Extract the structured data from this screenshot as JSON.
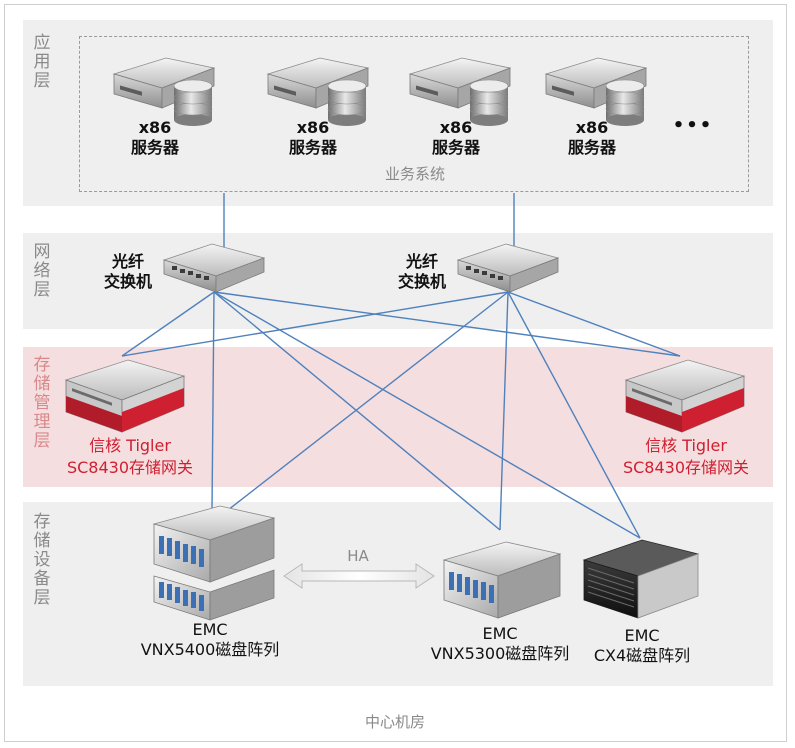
{
  "frame_caption": "中心机房",
  "layers": {
    "application": {
      "label": "应\n用\n层",
      "group_caption": "业务系统"
    },
    "network": {
      "label": "网\n络\n层"
    },
    "storage_mgmt": {
      "label": "存\n储\n管\n理\n层"
    },
    "storage_device": {
      "label": "存\n储\n设\n备\n层"
    }
  },
  "servers": [
    {
      "label": "x86\n服务器"
    },
    {
      "label": "x86\n服务器"
    },
    {
      "label": "x86\n服务器"
    },
    {
      "label": "x86\n服务器"
    }
  ],
  "more_indicator": "•••",
  "switches": [
    {
      "label": "光纤\n交换机"
    },
    {
      "label": "光纤\n交换机"
    }
  ],
  "gateways": [
    {
      "line1": "信核 Tigler",
      "line2": "SC8430存储网关"
    },
    {
      "line1": "信核 Tigler",
      "line2": "SC8430存储网关"
    }
  ],
  "arrays": [
    {
      "label": "EMC\nVNX5400磁盘阵列"
    },
    {
      "label": "EMC\nVNX5300磁盘阵列"
    },
    {
      "label": "EMC\nCX4磁盘阵列"
    }
  ],
  "ha_label": "HA",
  "colors": {
    "band_gray": "#efeff0",
    "band_red": "#f5dedf",
    "line_blue": "#4f81bd",
    "accent_red": "#cf2031"
  }
}
